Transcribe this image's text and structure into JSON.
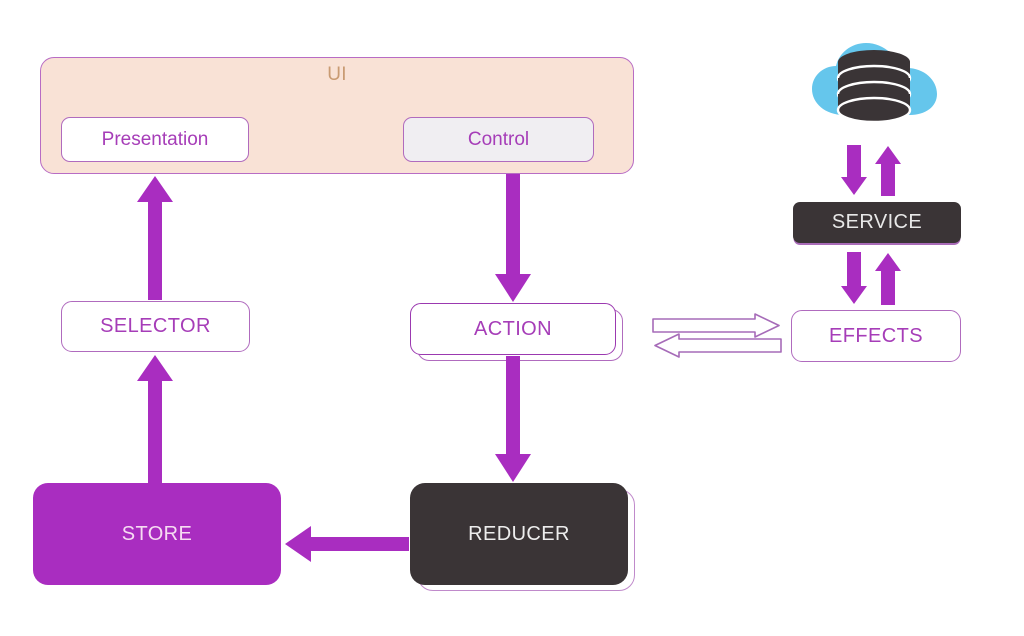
{
  "diagram": {
    "title": "NgRx / Redux state management flow",
    "nodes": {
      "ui_group": "UI",
      "presentation": "Presentation",
      "control": "Control",
      "selector": "SELECTOR",
      "action": "ACTION",
      "store": "STORE",
      "reducer": "REDUCER",
      "effects": "EFFECTS",
      "service": "SERVICE"
    },
    "icons": {
      "cloud": "cloud-icon",
      "database": "database-icon"
    },
    "connections": [
      {
        "from": "SELECTOR",
        "to": "Presentation",
        "style": "solid",
        "direction": "up"
      },
      {
        "from": "Control",
        "to": "ACTION",
        "style": "solid",
        "direction": "down"
      },
      {
        "from": "STORE",
        "to": "SELECTOR",
        "style": "solid",
        "direction": "up"
      },
      {
        "from": "ACTION",
        "to": "REDUCER",
        "style": "solid",
        "direction": "down"
      },
      {
        "from": "REDUCER",
        "to": "STORE",
        "style": "solid",
        "direction": "left"
      },
      {
        "from": "ACTION",
        "to": "EFFECTS",
        "style": "outline",
        "direction": "right"
      },
      {
        "from": "EFFECTS",
        "to": "ACTION",
        "style": "outline",
        "direction": "left"
      },
      {
        "from": "SERVICE",
        "to": "EFFECTS",
        "style": "solid",
        "direction": "down"
      },
      {
        "from": "EFFECTS",
        "to": "SERVICE",
        "style": "solid",
        "direction": "up"
      },
      {
        "from": "cloud-database",
        "to": "SERVICE",
        "style": "solid",
        "direction": "down"
      },
      {
        "from": "SERVICE",
        "to": "cloud-database",
        "style": "solid",
        "direction": "up"
      }
    ],
    "colors": {
      "purple_fill": "#A92DC0",
      "purple_stroke": "#A63DB8",
      "purple_border": "#B06BBE",
      "dark": "#3A3436",
      "peach": "#F9E2D6",
      "peach_label": "#C99B73",
      "control_fill": "#F0EEF2",
      "cloud_blue": "#65C6EC",
      "background": "#FFFFFF"
    }
  }
}
